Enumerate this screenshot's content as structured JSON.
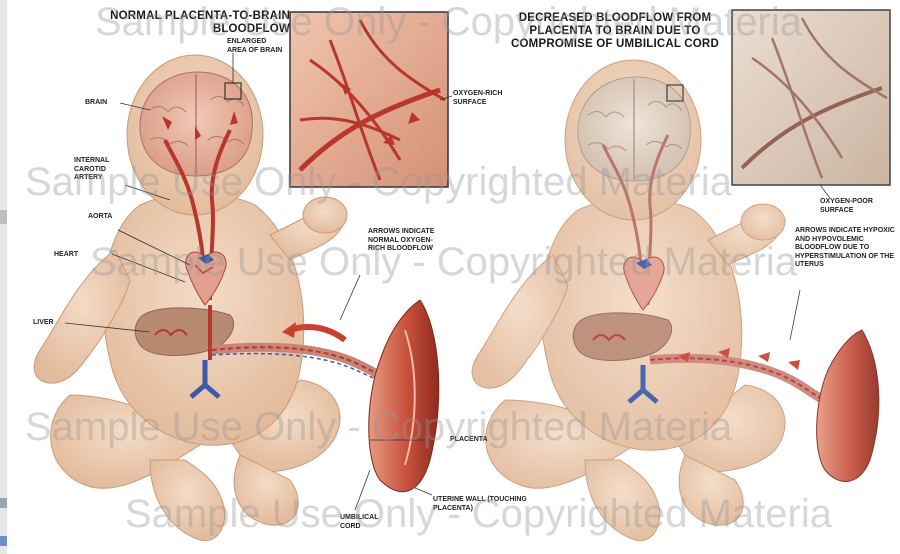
{
  "left_panel": {
    "title": "NORMAL PLACENTA-TO-BRAIN BLOODFLOW",
    "labels": {
      "enlarged": "ENLARGED AREA OF BRAIN",
      "brain": "BRAIN",
      "oxygen_rich": "OXYGEN-RICH SURFACE",
      "carotid": "INTERNAL CAROTID ARTERY",
      "aorta": "AORTA",
      "heart": "HEART",
      "liver": "LIVER",
      "arrows_normal": "ARROWS INDICATE NORMAL OXYGEN-RICH BLOODFLOW",
      "placenta": "PLACENTA",
      "uterine_wall": "UTERINE WALL (TOUCHING PLACENTA)",
      "umbilical_cord": "UMBILICAL CORD"
    }
  },
  "right_panel": {
    "title": "DECREASED BLOODFLOW FROM PLACENTA TO BRAIN DUE TO COMPROMISE OF UMBILICAL CORD",
    "labels": {
      "oxygen_poor": "OXYGEN-POOR SURFACE",
      "arrows_hypoxic": "ARROWS INDICATE HYPOXIC AND HYPOVOLEMIC BLOODFLOW DUE TO HYPERSTIMULATION OF THE UTERUS"
    }
  },
  "watermark": "Sample Use Only - Copyrighted Materia",
  "colors": {
    "skin": "#efd1b8",
    "skin_shadow": "#dcb293",
    "artery": "#b8362b",
    "vein": "#3b5aa8",
    "uterus": "#c95a45",
    "pale_brain": "#e8d6c5"
  }
}
